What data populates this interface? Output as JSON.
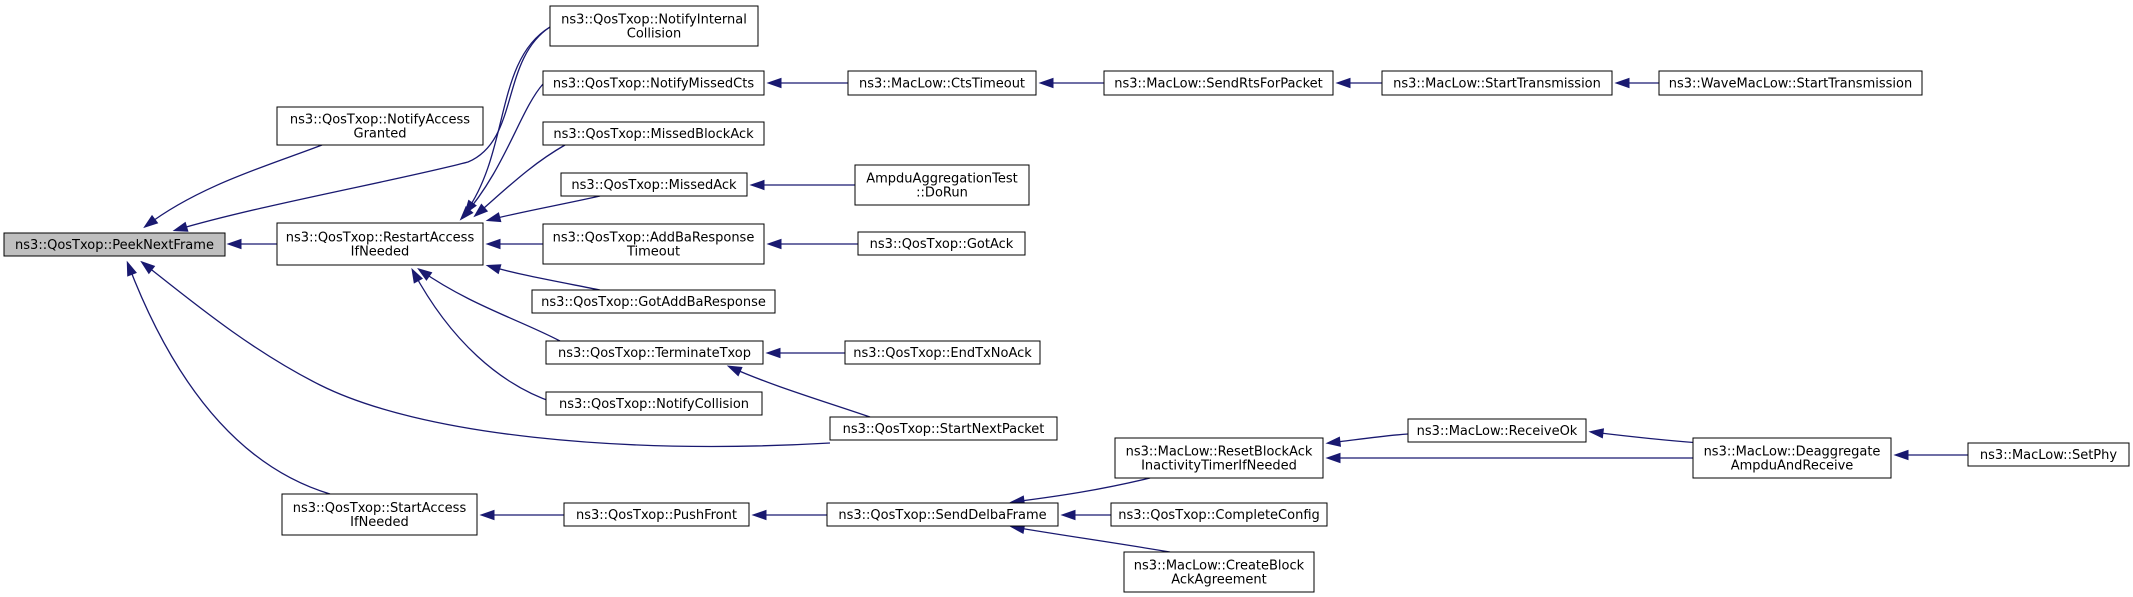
{
  "graph": {
    "nodes": [
      {
        "id": "peek",
        "lines": [
          "ns3::QosTxop::PeekNextFrame"
        ],
        "highlighted": true
      },
      {
        "id": "notifyAccessGranted",
        "lines": [
          "ns3::QosTxop::NotifyAccess",
          "Granted"
        ]
      },
      {
        "id": "restartAccess",
        "lines": [
          "ns3::QosTxop::RestartAccess",
          "IfNeeded"
        ]
      },
      {
        "id": "startAccess",
        "lines": [
          "ns3::QosTxop::StartAccess",
          "IfNeeded"
        ]
      },
      {
        "id": "notifyInternal",
        "lines": [
          "ns3::QosTxop::NotifyInternal",
          "Collision"
        ]
      },
      {
        "id": "notifyMissedCts",
        "lines": [
          "ns3::QosTxop::NotifyMissedCts"
        ]
      },
      {
        "id": "missedBlockAck",
        "lines": [
          "ns3::QosTxop::MissedBlockAck"
        ]
      },
      {
        "id": "missedAck",
        "lines": [
          "ns3::QosTxop::MissedAck"
        ]
      },
      {
        "id": "addBaTimeout",
        "lines": [
          "ns3::QosTxop::AddBaResponse",
          "Timeout"
        ]
      },
      {
        "id": "gotAddBa",
        "lines": [
          "ns3::QosTxop::GotAddBaResponse"
        ]
      },
      {
        "id": "terminateTxop",
        "lines": [
          "ns3::QosTxop::TerminateTxop"
        ]
      },
      {
        "id": "notifyCollision",
        "lines": [
          "ns3::QosTxop::NotifyCollision"
        ]
      },
      {
        "id": "startNextPacket",
        "lines": [
          "ns3::QosTxop::StartNextPacket"
        ]
      },
      {
        "id": "pushFront",
        "lines": [
          "ns3::QosTxop::PushFront"
        ]
      },
      {
        "id": "ctsTimeout",
        "lines": [
          "ns3::MacLow::CtsTimeout"
        ]
      },
      {
        "id": "ampduTest",
        "lines": [
          "AmpduAggregationTest",
          "::DoRun"
        ]
      },
      {
        "id": "gotAck",
        "lines": [
          "ns3::QosTxop::GotAck"
        ]
      },
      {
        "id": "endTxNoAck",
        "lines": [
          "ns3::QosTxop::EndTxNoAck"
        ]
      },
      {
        "id": "sendDelba",
        "lines": [
          "ns3::QosTxop::SendDelbaFrame"
        ]
      },
      {
        "id": "sendRts",
        "lines": [
          "ns3::MacLow::SendRtsForPacket"
        ]
      },
      {
        "id": "resetBlockAck",
        "lines": [
          "ns3::MacLow::ResetBlockAck",
          "InactivityTimerIfNeeded"
        ]
      },
      {
        "id": "completeConfig",
        "lines": [
          "ns3::QosTxop::CompleteConfig"
        ]
      },
      {
        "id": "createBlockAck",
        "lines": [
          "ns3::MacLow::CreateBlock",
          "AckAgreement"
        ]
      },
      {
        "id": "startTransmission",
        "lines": [
          "ns3::MacLow::StartTransmission"
        ]
      },
      {
        "id": "receiveOk",
        "lines": [
          "ns3::MacLow::ReceiveOk"
        ]
      },
      {
        "id": "waveStart",
        "lines": [
          "ns3::WaveMacLow::StartTransmission"
        ]
      },
      {
        "id": "deaggregate",
        "lines": [
          "ns3::MacLow::Deaggregate",
          "AmpduAndReceive"
        ]
      },
      {
        "id": "setPhy",
        "lines": [
          "ns3::MacLow::SetPhy"
        ]
      }
    ],
    "edges": [
      {
        "from": "notifyAccessGranted",
        "to": "peek"
      },
      {
        "from": "notifyInternal",
        "to": "peek"
      },
      {
        "from": "restartAccess",
        "to": "peek"
      },
      {
        "from": "startAccess",
        "to": "peek"
      },
      {
        "from": "startNextPacket",
        "to": "peek"
      },
      {
        "from": "notifyInternal",
        "to": "restartAccess"
      },
      {
        "from": "notifyMissedCts",
        "to": "restartAccess"
      },
      {
        "from": "missedBlockAck",
        "to": "restartAccess"
      },
      {
        "from": "missedAck",
        "to": "restartAccess"
      },
      {
        "from": "addBaTimeout",
        "to": "restartAccess"
      },
      {
        "from": "gotAddBa",
        "to": "restartAccess"
      },
      {
        "from": "terminateTxop",
        "to": "restartAccess"
      },
      {
        "from": "notifyCollision",
        "to": "restartAccess"
      },
      {
        "from": "ctsTimeout",
        "to": "notifyMissedCts"
      },
      {
        "from": "sendRts",
        "to": "ctsTimeout"
      },
      {
        "from": "startTransmission",
        "to": "sendRts"
      },
      {
        "from": "waveStart",
        "to": "startTransmission"
      },
      {
        "from": "ampduTest",
        "to": "missedAck"
      },
      {
        "from": "gotAck",
        "to": "addBaTimeout"
      },
      {
        "from": "endTxNoAck",
        "to": "terminateTxop"
      },
      {
        "from": "startNextPacket",
        "to": "terminateTxop"
      },
      {
        "from": "pushFront",
        "to": "startAccess"
      },
      {
        "from": "sendDelba",
        "to": "pushFront"
      },
      {
        "from": "resetBlockAck",
        "to": "sendDelba"
      },
      {
        "from": "completeConfig",
        "to": "sendDelba"
      },
      {
        "from": "createBlockAck",
        "to": "sendDelba"
      },
      {
        "from": "receiveOk",
        "to": "resetBlockAck"
      },
      {
        "from": "deaggregate",
        "to": "resetBlockAck"
      },
      {
        "from": "deaggregate",
        "to": "receiveOk"
      },
      {
        "from": "setPhy",
        "to": "deaggregate"
      }
    ],
    "colors": {
      "edge": "#191970",
      "node_fill": "#ffffff",
      "highlight_fill": "#bfbfbf",
      "node_border": "#000000"
    }
  }
}
